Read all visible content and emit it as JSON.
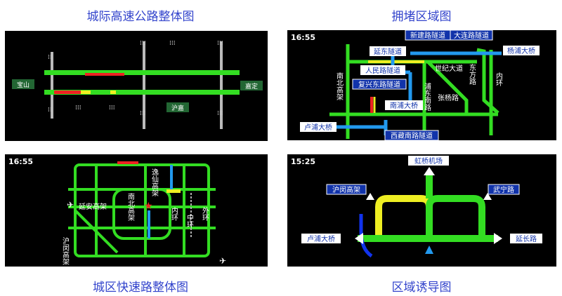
{
  "captions": {
    "tl": "城际高速公路整体图",
    "tr": "拥堵区域图",
    "bl": "城区快速路整体图",
    "br": "区域诱导图"
  },
  "panel_tl": {
    "sign_left": "宝山",
    "sign_right": "嘉定",
    "sign_bottom": "沪嘉"
  },
  "panel_tr": {
    "time": "16:55",
    "labels": {
      "xinjian": "新建路隧道",
      "dalian": "大连路隧道",
      "yangpu": "杨浦大桥",
      "yandong": "延东隧道",
      "renmin": "人民路隧道",
      "fuxing": "复兴东路隧道",
      "nanpu": "南浦大桥",
      "lupu": "卢浦大桥",
      "xizang": "西藏南路隧道",
      "nanbei": "南北高架",
      "shiji": "世纪大道",
      "dongfang": "东方路",
      "neihuan": "内环",
      "pudong": "浦东南路",
      "zhangyang": "张杨路"
    }
  },
  "panel_bl": {
    "time": "16:55",
    "labels": {
      "yixian": "逸仙高架",
      "yanan": "延安高架",
      "hu": "沪闵高架",
      "nanbei": "南北高架",
      "neihuan": "内环",
      "zhonghuan": "中环",
      "waihuan": "外环"
    }
  },
  "panel_br": {
    "time": "15:25",
    "labels": {
      "hongqiao": "虹桥机场",
      "humin": "沪闵高架",
      "wuning": "武宁路",
      "lupu": "卢浦大桥",
      "yanchang": "延长路"
    }
  },
  "colors": {
    "green": "#33dd22",
    "yellow": "#eeee22",
    "red": "#ee2222",
    "blue": "#2299ee",
    "sign": "#1133aa"
  }
}
